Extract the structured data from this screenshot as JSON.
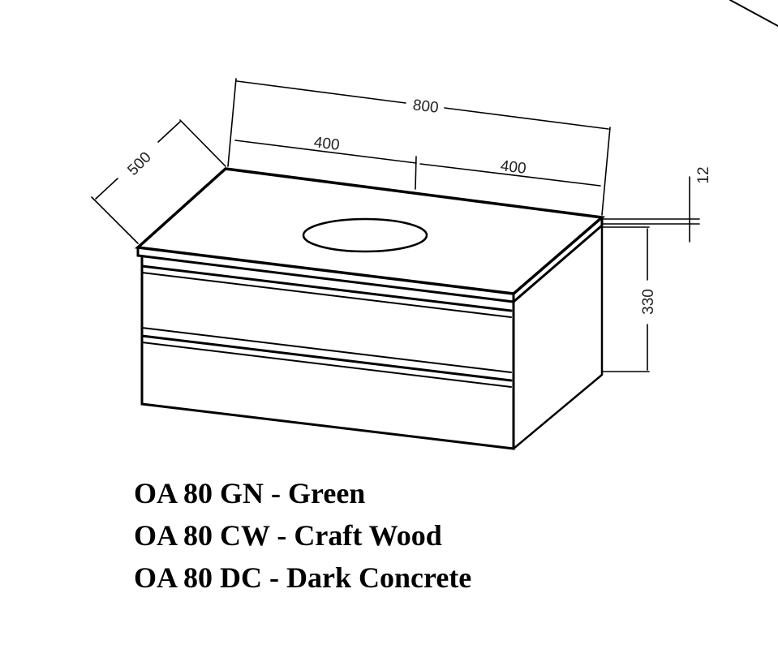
{
  "dimensions": {
    "total_width": "800",
    "half_left": "400",
    "half_right": "400",
    "depth": "500",
    "top_thickness": "12",
    "height": "330"
  },
  "models": [
    {
      "code": "OA 80 GN",
      "color": "Green"
    },
    {
      "code": "OA 80 CW",
      "color": "Craft Wood"
    },
    {
      "code": "OA 80 DC",
      "color": "Dark Concrete"
    }
  ],
  "separator": " - "
}
